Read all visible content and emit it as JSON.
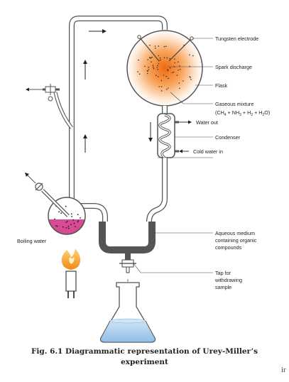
{
  "labels": {
    "tungsten_electrode": "Tungsten electrode",
    "spark_discharge": "Spark discharge",
    "flask": "Flask",
    "gaseous_mixture": "Gaseous mixture",
    "water_out": "Water out",
    "condenser": "Condenser",
    "cold_water_in": "Cold water in",
    "aqueous_medium": [
      "Aqueous medium",
      "containing organic",
      "compounds"
    ],
    "tap": [
      "Tap for",
      "withdrawing",
      "sample"
    ],
    "boiling_water": "Boiling water"
  },
  "formula": {
    "open": "(CH",
    "ch4_sub": "4",
    "plus_nh": " + NH",
    "nh3_sub": "3",
    "plus_h": " + H",
    "h2_sub": "2",
    "plus_h2o": " + H",
    "h2o_sub": "2",
    "close": "O)"
  },
  "caption": {
    "line1": "Fig. 6.1 Diagrammatic representation of Urey-Miller’s",
    "line2": "experiment"
  },
  "corner_text": "ir",
  "colors": {
    "tube": "#555555",
    "spark_core": "#f07a1a",
    "liquid_pink": "#d84a93",
    "liquid_grey": "#555555",
    "water_blue": "#9cc5e8",
    "flame": "#f5a623"
  }
}
